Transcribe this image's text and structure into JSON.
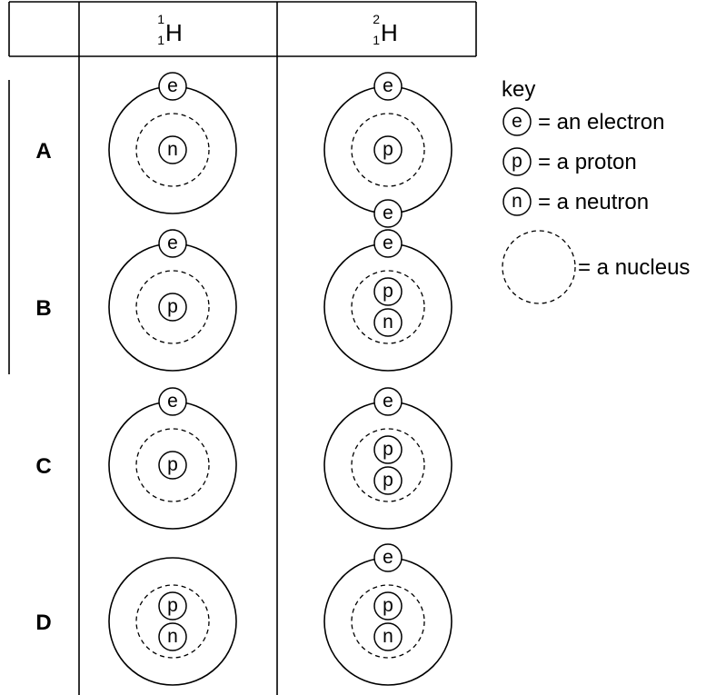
{
  "columns": [
    {
      "mass": "1",
      "atomic": "1",
      "symbol": "H"
    },
    {
      "mass": "2",
      "atomic": "1",
      "symbol": "H"
    }
  ],
  "rows": [
    {
      "label": "A",
      "cells": [
        {
          "electrons": 1,
          "nucleus": [
            "n"
          ]
        },
        {
          "electrons": 2,
          "nucleus": [
            "p"
          ]
        }
      ]
    },
    {
      "label": "B",
      "cells": [
        {
          "electrons": 1,
          "nucleus": [
            "p"
          ]
        },
        {
          "electrons": 1,
          "nucleus": [
            "p",
            "n"
          ]
        }
      ]
    },
    {
      "label": "C",
      "cells": [
        {
          "electrons": 1,
          "nucleus": [
            "p"
          ]
        },
        {
          "electrons": 1,
          "nucleus": [
            "p",
            "p"
          ]
        }
      ]
    },
    {
      "label": "D",
      "cells": [
        {
          "electrons": 0,
          "nucleus": [
            "p",
            "n"
          ]
        },
        {
          "electrons": 1,
          "nucleus": [
            "p",
            "n"
          ]
        }
      ]
    }
  ],
  "key": {
    "title": "key",
    "items": [
      {
        "symbol": "e",
        "text": "= an electron"
      },
      {
        "symbol": "p",
        "text": "= a proton"
      },
      {
        "symbol": "n",
        "text": "= a neutron"
      }
    ],
    "nucleus_text": "= a nucleus"
  }
}
